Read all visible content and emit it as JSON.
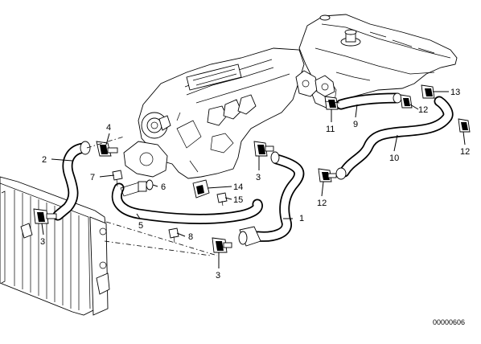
{
  "diagram": {
    "code": "00000606",
    "labels": [
      {
        "id": "1",
        "text": "1"
      },
      {
        "id": "2",
        "text": "2"
      },
      {
        "id": "3a",
        "text": "3"
      },
      {
        "id": "3b",
        "text": "3"
      },
      {
        "id": "3c",
        "text": "3"
      },
      {
        "id": "4",
        "text": "4"
      },
      {
        "id": "5",
        "text": "5"
      },
      {
        "id": "6",
        "text": "6"
      },
      {
        "id": "7",
        "text": "7"
      },
      {
        "id": "8",
        "text": "8"
      },
      {
        "id": "9",
        "text": "9"
      },
      {
        "id": "10",
        "text": "10"
      },
      {
        "id": "11",
        "text": "11"
      },
      {
        "id": "12a",
        "text": "12"
      },
      {
        "id": "12b",
        "text": "12"
      },
      {
        "id": "12c",
        "text": "12"
      },
      {
        "id": "13",
        "text": "13"
      },
      {
        "id": "14",
        "text": "14"
      },
      {
        "id": "15",
        "text": "15"
      }
    ]
  }
}
